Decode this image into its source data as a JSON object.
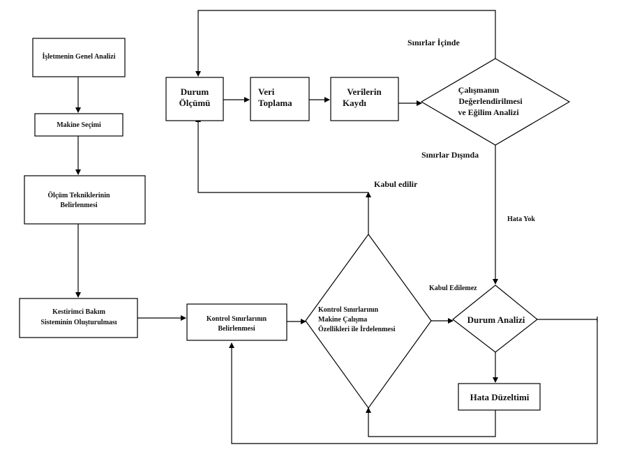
{
  "nodes": {
    "genel_analiz": "İşletmenin Genel Analizi",
    "makine_secimi": "Makine Seçimi",
    "olcum_teknik_1": "Ölçüm Tekniklerinin",
    "olcum_teknik_2": "Belirlenmesi",
    "kestirimci_1": "Kestirimci Bakım",
    "kestirimci_2": "Sisteminin Oluşturulması",
    "kontrol_belirle_1": "Kontrol Sınırlarının",
    "kontrol_belirle_2": "Belirlenmesi",
    "kontrol_irdele_1": "Kontrol Sınırlarının",
    "kontrol_irdele_2": "Makine Çalışma",
    "kontrol_irdele_3": "Özellikleri ile İrdelenmesi",
    "durum_olcumu_1": "Durum",
    "durum_olcumu_2": "Ölçümü",
    "veri_toplama_1": "Veri",
    "veri_toplama_2": "Toplama",
    "verilerin_kaydi_1": "Verilerin",
    "verilerin_kaydi_2": "Kaydı",
    "calisma_1": "Çalışmanın",
    "calisma_2": "Değerlendirilmesi",
    "calisma_3": "ve Eğilim Analizi",
    "durum_analizi": "Durum Analizi",
    "hata_duzeltimi": "Hata Düzeltimi"
  },
  "edge_labels": {
    "sinirlar_icinde": "Sınırlar İçinde",
    "sinirlar_disinda": "Sınırlar Dışında",
    "kabul_edilir": "Kabul edilir",
    "hata_yok": "Hata Yok",
    "kabul_edilemez": "Kabul Edilemez"
  }
}
